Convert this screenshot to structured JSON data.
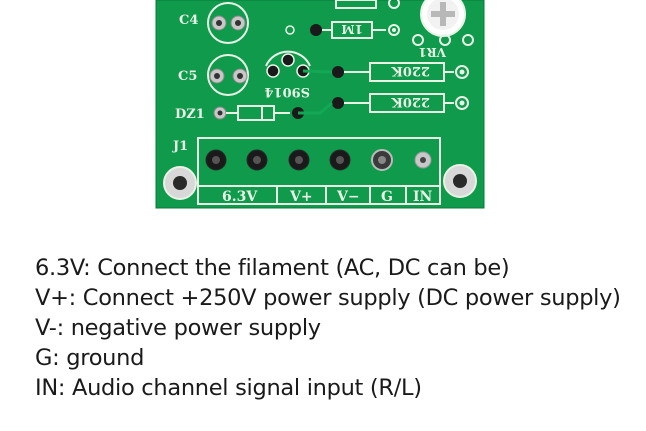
{
  "board": {
    "background_color": "#0f9a4c",
    "silkscreen_color": "#e8f3e6",
    "labels": {
      "c4": "C4",
      "c5": "C5",
      "dz1": "DZ1",
      "j1": "J1",
      "transistor": "S9014",
      "resistor_top": "1M",
      "resistor_a": "220K",
      "resistor_b": "220K",
      "header_partial": "VR1"
    },
    "terminal_labels": [
      "6.3V",
      "V+",
      "V−",
      "G",
      "IN"
    ]
  },
  "legend": {
    "lines": [
      "6.3V: Connect the filament (AC, DC can be)",
      "V+: Connect +250V power supply (DC power supply)",
      "V-: negative power supply",
      "G: ground",
      "IN: Audio channel signal input (R/L)"
    ]
  }
}
